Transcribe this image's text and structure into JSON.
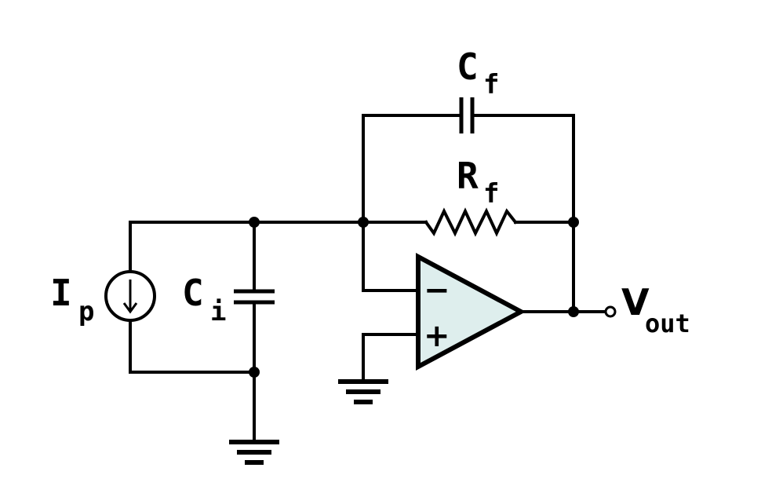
{
  "labels": {
    "ip": {
      "main": "I",
      "sub": "p"
    },
    "ci": {
      "main": "C",
      "sub": "i"
    },
    "cf": {
      "main": "C",
      "sub": "f"
    },
    "rf": {
      "main": "R",
      "sub": "f"
    },
    "vout": {
      "main": "V",
      "sub": "out"
    }
  },
  "opamp": {
    "minus": "−",
    "plus": "+"
  },
  "colors": {
    "opamp_fill": "#deeeed",
    "stroke": "#000000",
    "background": "#ffffff"
  },
  "icons": {
    "current_source": "current-source-icon",
    "capacitor": "capacitor-icon",
    "resistor": "resistor-icon",
    "ground": "ground-icon",
    "opamp": "opamp-icon"
  }
}
